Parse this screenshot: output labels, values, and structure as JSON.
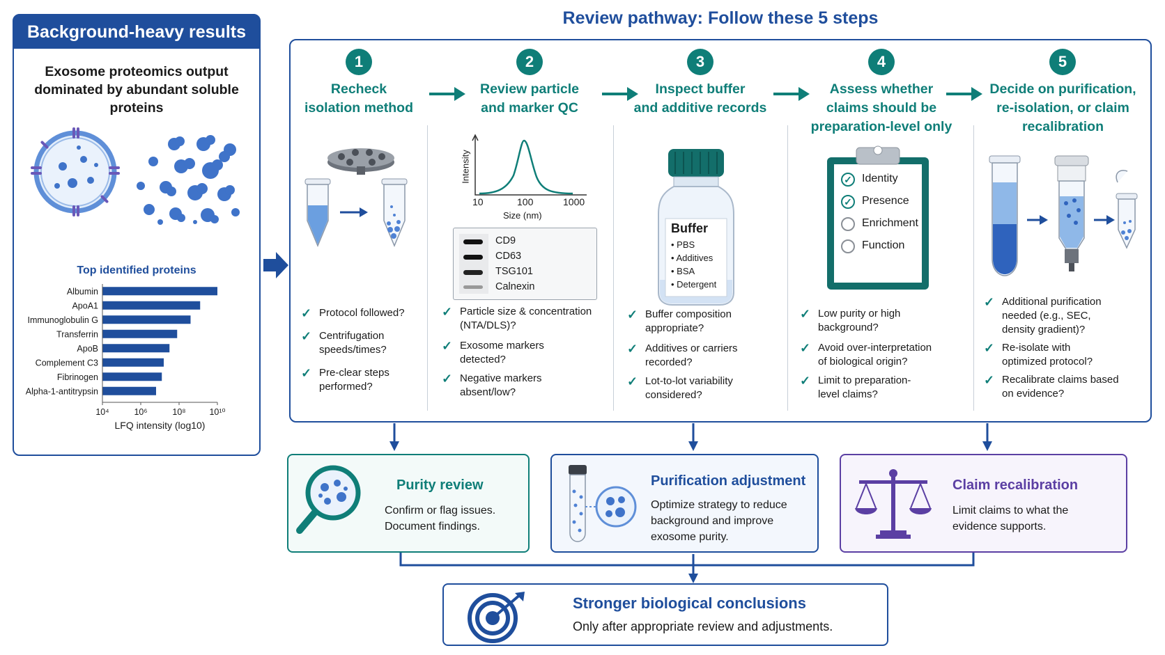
{
  "left_panel": {
    "title": "Background-heavy results",
    "subtitle": "Exosome proteomics output dominated by abundant soluble proteins",
    "chart_title": "Top identified proteins"
  },
  "chart_data": {
    "type": "bar",
    "orientation": "horizontal",
    "title": "Top identified proteins",
    "xlabel": "LFQ intensity (log10)",
    "ylabel": "",
    "x_scale": "log10",
    "xlim": [
      4,
      10
    ],
    "x_ticks": [
      "10⁴",
      "10⁶",
      "10⁸",
      "10¹⁰"
    ],
    "categories": [
      "Albumin",
      "ApoA1",
      "Immunoglobulin G",
      "Transferrin",
      "ApoB",
      "Complement C3",
      "Fibrinogen",
      "Alpha-1-antitrypsin"
    ],
    "values": [
      10.0,
      9.1,
      8.6,
      7.9,
      7.5,
      7.2,
      7.1,
      6.8
    ],
    "color": "#1f4e9c"
  },
  "pathway_title": "Review pathway: Follow these 5 steps",
  "steps": [
    {
      "num": "1",
      "title_lines": [
        "Recheck",
        "isolation method"
      ],
      "checks": [
        [
          "Protocol followed?"
        ],
        [
          "Centrifugation",
          "speeds/times?"
        ],
        [
          "Pre-clear steps",
          "performed?"
        ]
      ]
    },
    {
      "num": "2",
      "title_lines": [
        "Review particle",
        "and marker QC"
      ],
      "plot": {
        "ylabel": "Intensity",
        "xlabel": "Size (nm)",
        "ticks": [
          "10",
          "100",
          "1000"
        ]
      },
      "blot": [
        "CD9",
        "CD63",
        "TSG101",
        "Calnexin"
      ],
      "checks": [
        [
          "Particle size & concentration",
          "(NTA/DLS)?"
        ],
        [
          "Exosome markers",
          "detected?"
        ],
        [
          "Negative markers",
          "absent/low?"
        ]
      ]
    },
    {
      "num": "3",
      "title_lines": [
        "Inspect buffer",
        "and additive records"
      ],
      "label": {
        "title": "Buffer",
        "items": [
          "• PBS",
          "• Additives",
          "• BSA",
          "• Detergent"
        ]
      },
      "checks": [
        [
          "Buffer composition",
          "appropriate?"
        ],
        [
          "Additives or carriers",
          "recorded?"
        ],
        [
          "Lot-to-lot variability",
          "considered?"
        ]
      ]
    },
    {
      "num": "4",
      "title_lines": [
        "Assess whether",
        "claims should be",
        "preparation-level only"
      ],
      "clipboard": [
        {
          "text": "Identity",
          "checked": true
        },
        {
          "text": "Presence",
          "checked": true
        },
        {
          "text": "Enrichment",
          "checked": false
        },
        {
          "text": "Function",
          "checked": false
        }
      ],
      "checks": [
        [
          "Low purity or high",
          "background?"
        ],
        [
          "Avoid over-interpretation",
          "of biological origin?"
        ],
        [
          "Limit to preparation-",
          "level claims?"
        ]
      ]
    },
    {
      "num": "5",
      "title_lines": [
        "Decide on purification,",
        "re-isolation, or claim",
        "recalibration"
      ],
      "checks": [
        [
          "Additional purification",
          "needed (e.g., SEC,",
          "density gradient)?"
        ],
        [
          "Re-isolate with",
          "optimized protocol?"
        ],
        [
          "Recalibrate claims based",
          "on evidence?"
        ]
      ]
    }
  ],
  "outcomes": [
    {
      "title": "Purity review",
      "desc": [
        "Confirm or flag issues.",
        "Document findings."
      ],
      "color": "#0f7e78"
    },
    {
      "title": "Purification adjustment",
      "desc": [
        "Optimize strategy to reduce",
        "background and improve",
        "exosome purity."
      ],
      "color": "#1f4e9c"
    },
    {
      "title": "Claim recalibration",
      "desc": [
        "Limit claims to what the",
        "evidence supports."
      ],
      "color": "#5b3fa3"
    }
  ],
  "final": {
    "title": "Stronger biological conclusions",
    "desc": "Only after appropriate review and adjustments."
  },
  "colors": {
    "navy": "#1f4e9c",
    "teal": "#0f7e78",
    "purple": "#5b3fa3",
    "light_blue": "#8fb8e8"
  },
  "icons": [
    "exosome-vesicle-icon",
    "soluble-protein-cluster-icon",
    "centrifuge-rotor-icon",
    "tube-icon",
    "buffer-bottle-icon",
    "clipboard-icon",
    "spin-column-icon",
    "magnifier-icon",
    "scales-icon",
    "target-icon"
  ]
}
